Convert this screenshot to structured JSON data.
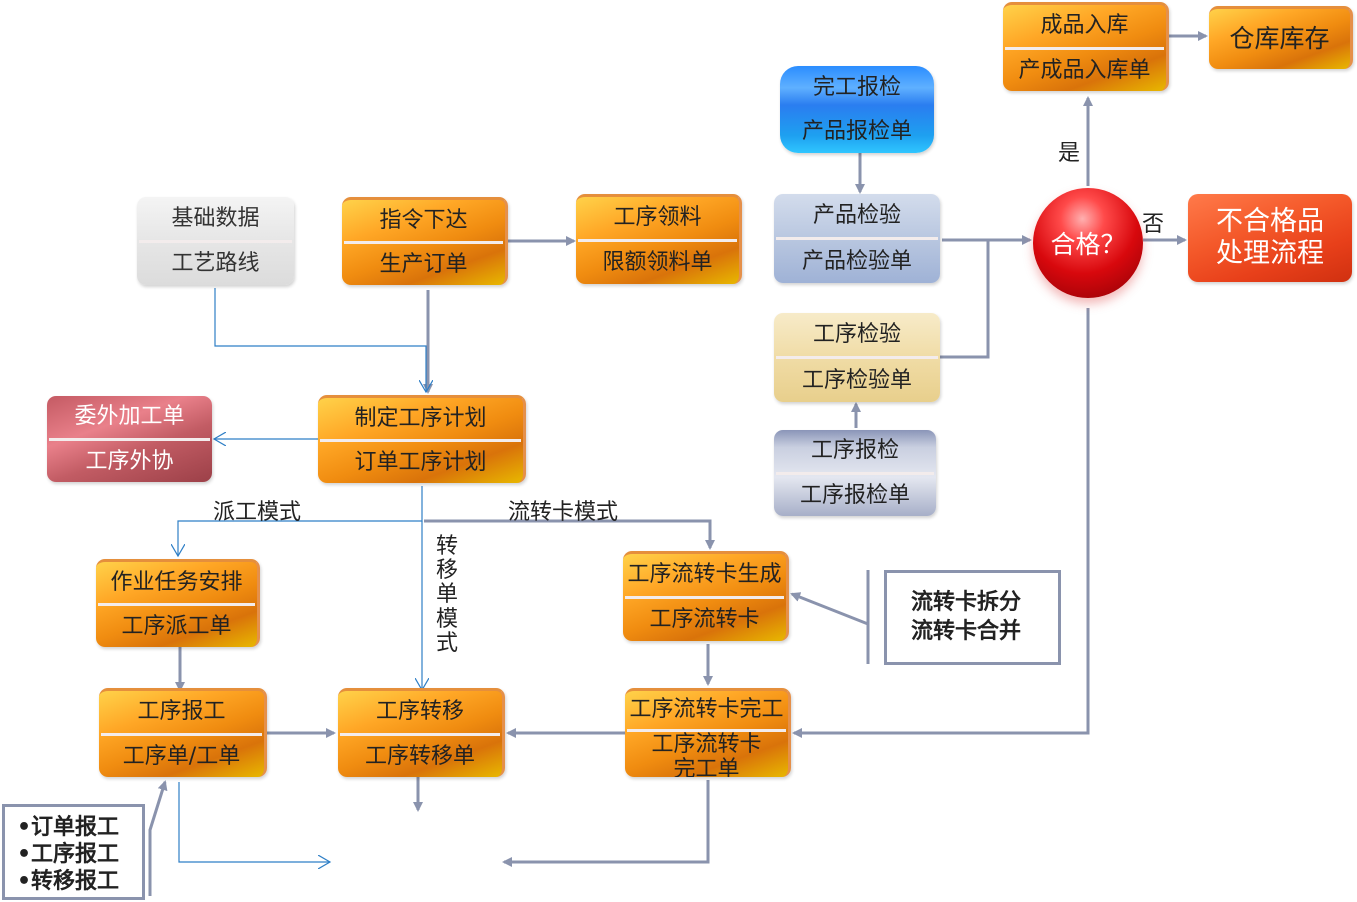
{
  "nodes": {
    "basic_data": {
      "top": "基础数据",
      "bottom": "工艺路线"
    },
    "order_issue": {
      "top": "指令下达",
      "bottom": "生产订单"
    },
    "material": {
      "top": "工序领料",
      "bottom": "限额领料单"
    },
    "completion_inspect": {
      "top": "完工报检",
      "bottom": "产品报检单"
    },
    "product_inspect": {
      "top": "产品检验",
      "bottom": "产品检验单"
    },
    "process_inspect": {
      "top": "工序检验",
      "bottom": "工序检验单"
    },
    "process_report_inspect": {
      "top": "工序报检",
      "bottom": "工序报检单"
    },
    "qualified": {
      "label": "合格？"
    },
    "warehouse_in": {
      "top": "成品入库",
      "bottom": "产成品入库单"
    },
    "inventory": {
      "label": "仓库库存"
    },
    "nonconforming": {
      "line1": "不合格品",
      "line2": "处理流程"
    },
    "process_plan": {
      "top": "制定工序计划",
      "bottom": "订单工序计划"
    },
    "outsource": {
      "top": "委外加工单",
      "bottom": "工序外协"
    },
    "task_arrange": {
      "top": "作业任务安排",
      "bottom": "工序派工单"
    },
    "work_report": {
      "top": "工序报工",
      "bottom": "工序单/工单"
    },
    "transfer": {
      "top": "工序转移",
      "bottom": "工序转移单"
    },
    "card_gen": {
      "top": "工序流转卡生成",
      "bottom": "工序流转卡"
    },
    "card_done": {
      "top": "工序流转卡完工",
      "bottom_line1": "工序流转卡",
      "bottom_line2": "完工单"
    }
  },
  "labels": {
    "yes": "是",
    "no": "否",
    "dispatch_mode": "派工模式",
    "card_mode": "流转卡模式",
    "transfer_mode": "转移单模式"
  },
  "boxes": {
    "card_ops": [
      "流转卡拆分",
      "流转卡合并"
    ],
    "report_types": [
      "•订单报工",
      "•工序报工",
      "•转移报工"
    ]
  }
}
